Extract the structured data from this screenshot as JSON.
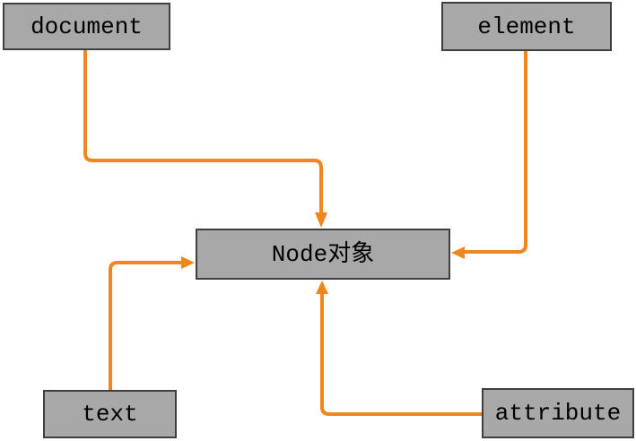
{
  "diagram": {
    "colors": {
      "background": "#ffffff",
      "box_fill": "#a8a8a8",
      "box_border": "#3f3f3f",
      "arrow": "#f0861e",
      "text": "#000000"
    },
    "nodes": {
      "document": {
        "label": "document"
      },
      "element": {
        "label": "element"
      },
      "node": {
        "label": "Node对象"
      },
      "text": {
        "label": "text"
      },
      "attribute": {
        "label": "attribute"
      }
    },
    "edges": [
      {
        "from": "document",
        "to": "node",
        "entry_side": "top"
      },
      {
        "from": "element",
        "to": "node",
        "entry_side": "right"
      },
      {
        "from": "text",
        "to": "node",
        "entry_side": "left"
      },
      {
        "from": "attribute",
        "to": "node",
        "entry_side": "bottom"
      }
    ]
  }
}
